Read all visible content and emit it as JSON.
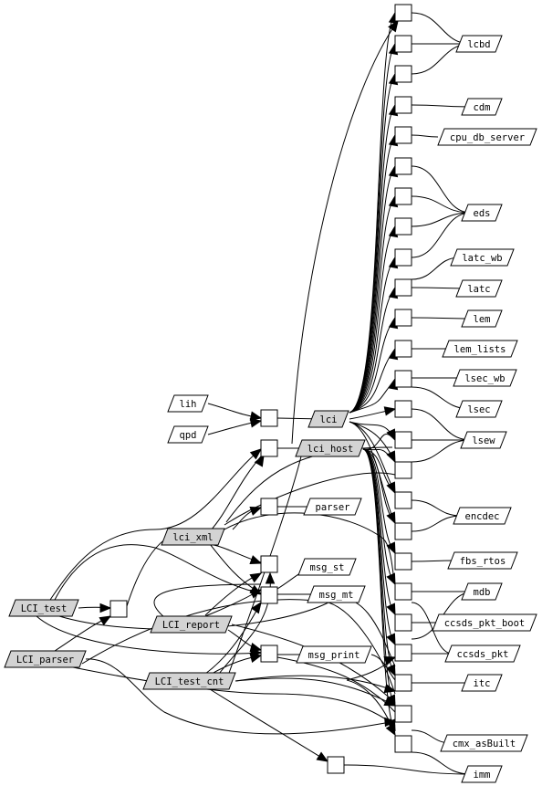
{
  "packages": {
    "lcbd": "lcbd",
    "cdm": "cdm",
    "cpu_db_server": "cpu_db_server",
    "eds": "eds",
    "latc_wb": "latc_wb",
    "latc": "latc",
    "lem": "lem",
    "lem_lists": "lem_lists",
    "lsec_wb": "lsec_wb",
    "lsec": "lsec",
    "lsew": "lsew",
    "encdec": "encdec",
    "fbs_rtos": "fbs_rtos",
    "mdb": "mdb",
    "ccsds_pkt_boot": "ccsds_pkt_boot",
    "ccsds_pkt": "ccsds_pkt",
    "itc": "itc",
    "cmx_asBuilt": "cmx_asBuilt",
    "imm": "imm",
    "lih": "lih",
    "qpd": "qpd",
    "lci": "lci",
    "lci_host": "lci_host",
    "parser": "parser",
    "lci_xml": "lci_xml",
    "msg_st": "msg_st",
    "msg_mt": "msg_mt",
    "LCI_test": "LCI_test",
    "LCI_report": "LCI_report",
    "LCI_parser": "LCI_parser",
    "msg_print": "msg_print",
    "LCI_test_cnt": "LCI_test_cnt"
  },
  "colors": {
    "highlight": "#d3d3d3",
    "stroke": "#000000",
    "background": "#ffffff"
  }
}
